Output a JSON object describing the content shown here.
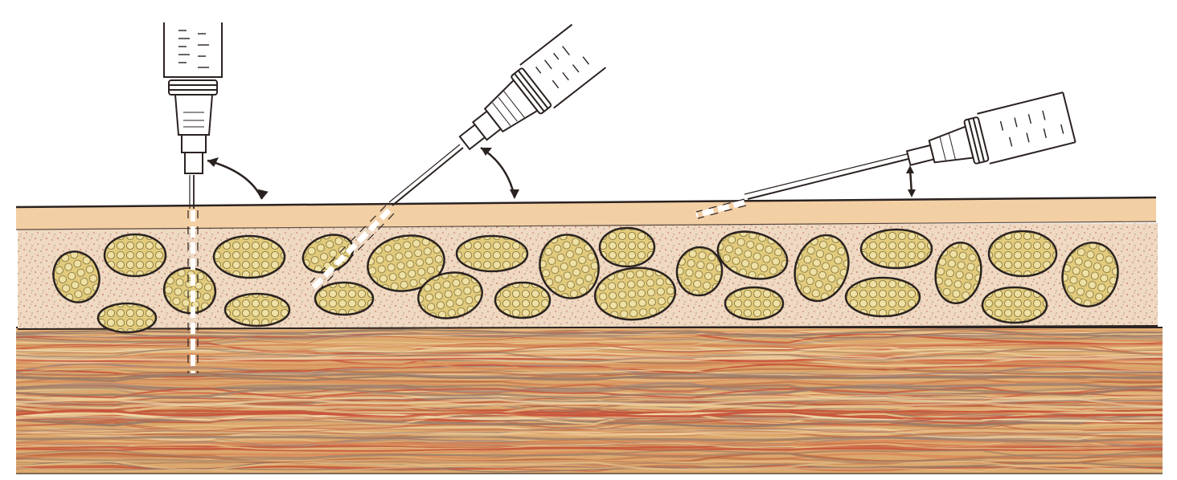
{
  "diagram": {
    "layers": [
      "epidermis-dermis",
      "subcutaneous-fat",
      "muscle"
    ],
    "injections": [
      {
        "id": "intramuscular",
        "angle_deg": 90
      },
      {
        "id": "subcutaneous",
        "angle_deg": 45
      },
      {
        "id": "intradermal",
        "angle_deg": 12
      }
    ]
  },
  "colors": {
    "background": "#ffffff",
    "skin": "#f3cfa4",
    "subcutis": "#efd9c2",
    "fat_lobule": "#e2cb7c",
    "muscle_base": "#dca86d",
    "muscle_red": "#c8553c",
    "outline": "#2a2220",
    "syringe_fill": "#ffffff"
  }
}
